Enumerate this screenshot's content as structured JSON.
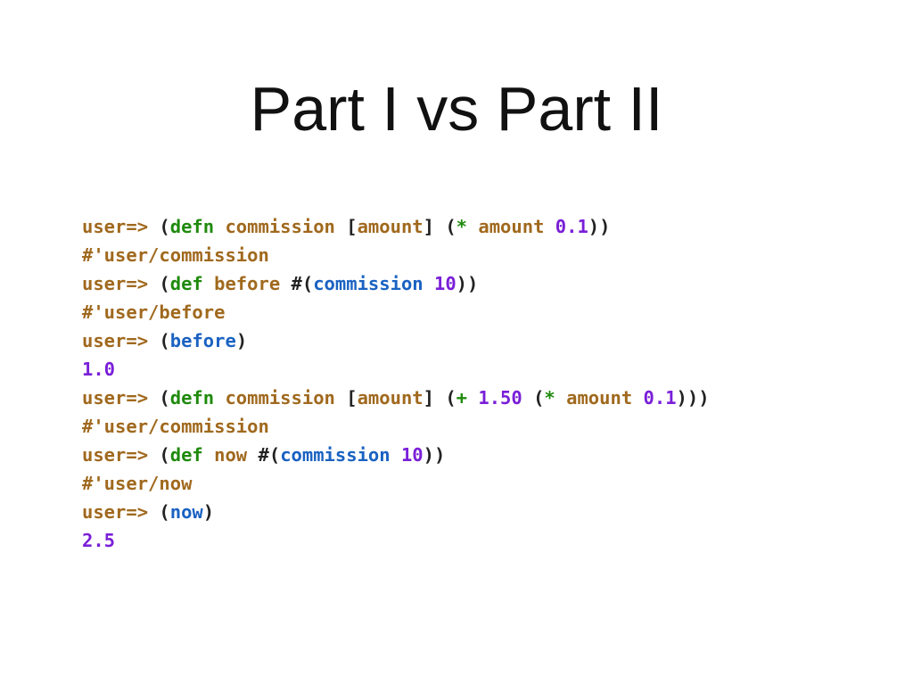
{
  "title": "Part I vs Part II",
  "colors": {
    "prompt": "#a0691e",
    "keyword": "#1f8a0c",
    "call": "#1a62c2",
    "number": "#7a1fd8",
    "paren": "#222222"
  },
  "repl_lines": [
    [
      {
        "t": "user=> ",
        "c": "brown"
      },
      {
        "t": "(",
        "c": "black"
      },
      {
        "t": "defn",
        "c": "green"
      },
      {
        "t": " commission ",
        "c": "brown"
      },
      {
        "t": "[",
        "c": "black"
      },
      {
        "t": "amount",
        "c": "brown"
      },
      {
        "t": "] (",
        "c": "black"
      },
      {
        "t": "*",
        "c": "green"
      },
      {
        "t": " amount ",
        "c": "brown"
      },
      {
        "t": "0.1",
        "c": "purple"
      },
      {
        "t": "))",
        "c": "black"
      }
    ],
    [
      {
        "t": "#'user/commission",
        "c": "brown"
      }
    ],
    [
      {
        "t": "user=> ",
        "c": "brown"
      },
      {
        "t": "(",
        "c": "black"
      },
      {
        "t": "def",
        "c": "green"
      },
      {
        "t": " before ",
        "c": "brown"
      },
      {
        "t": "#(",
        "c": "black"
      },
      {
        "t": "commission",
        "c": "blue"
      },
      {
        "t": " ",
        "c": "brown"
      },
      {
        "t": "10",
        "c": "purple"
      },
      {
        "t": "))",
        "c": "black"
      }
    ],
    [
      {
        "t": "#'user/before",
        "c": "brown"
      }
    ],
    [
      {
        "t": "user=> ",
        "c": "brown"
      },
      {
        "t": "(",
        "c": "black"
      },
      {
        "t": "before",
        "c": "blue"
      },
      {
        "t": ")",
        "c": "black"
      }
    ],
    [
      {
        "t": "1.0",
        "c": "purple"
      }
    ],
    [
      {
        "t": "user=> ",
        "c": "brown"
      },
      {
        "t": "(",
        "c": "black"
      },
      {
        "t": "defn",
        "c": "green"
      },
      {
        "t": " commission ",
        "c": "brown"
      },
      {
        "t": "[",
        "c": "black"
      },
      {
        "t": "amount",
        "c": "brown"
      },
      {
        "t": "] (",
        "c": "black"
      },
      {
        "t": "+",
        "c": "green"
      },
      {
        "t": " ",
        "c": "brown"
      },
      {
        "t": "1.50",
        "c": "purple"
      },
      {
        "t": " (",
        "c": "black"
      },
      {
        "t": "*",
        "c": "green"
      },
      {
        "t": " amount ",
        "c": "brown"
      },
      {
        "t": "0.1",
        "c": "purple"
      },
      {
        "t": ")))",
        "c": "black"
      }
    ],
    [
      {
        "t": "#'user/commission",
        "c": "brown"
      }
    ],
    [
      {
        "t": "user=> ",
        "c": "brown"
      },
      {
        "t": "(",
        "c": "black"
      },
      {
        "t": "def",
        "c": "green"
      },
      {
        "t": " now ",
        "c": "brown"
      },
      {
        "t": "#(",
        "c": "black"
      },
      {
        "t": "commission",
        "c": "blue"
      },
      {
        "t": " ",
        "c": "brown"
      },
      {
        "t": "10",
        "c": "purple"
      },
      {
        "t": "))",
        "c": "black"
      }
    ],
    [
      {
        "t": "#'user/now",
        "c": "brown"
      }
    ],
    [
      {
        "t": "user=> ",
        "c": "brown"
      },
      {
        "t": "(",
        "c": "black"
      },
      {
        "t": "now",
        "c": "blue"
      },
      {
        "t": ")",
        "c": "black"
      }
    ],
    [
      {
        "t": "2.5",
        "c": "purple"
      }
    ]
  ]
}
